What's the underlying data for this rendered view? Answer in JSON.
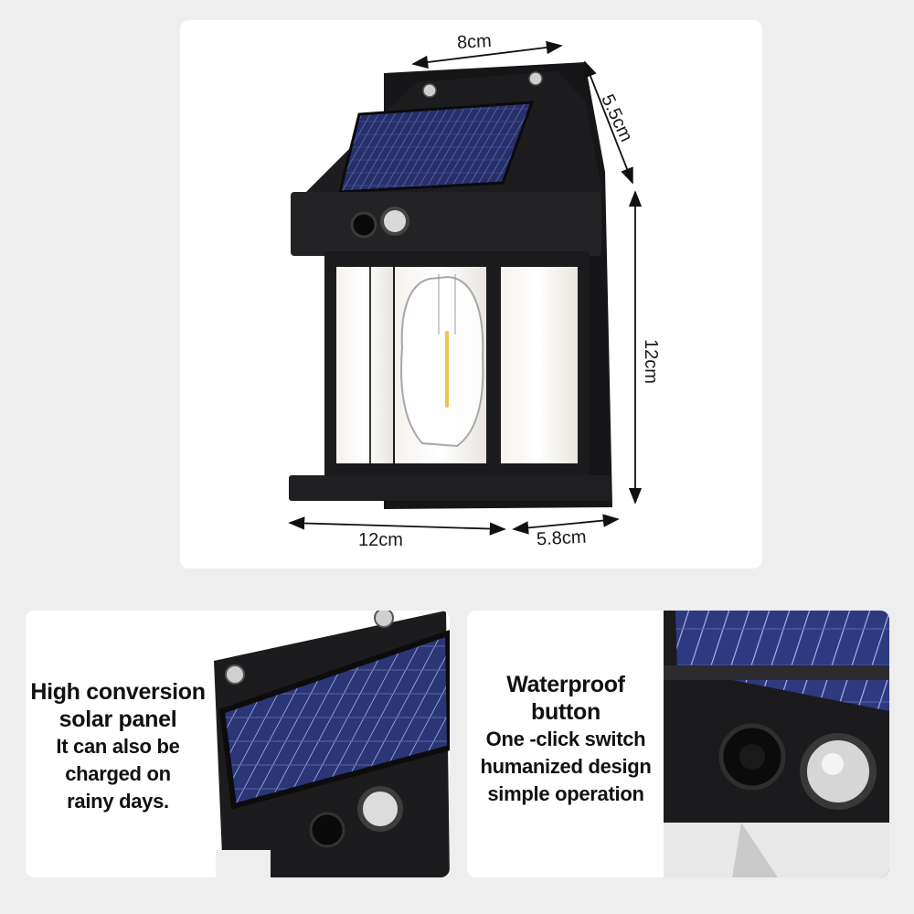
{
  "dimensions": {
    "width_top": "8cm",
    "depth_top": "5.5cm",
    "height": "12cm",
    "width_bottom": "12cm",
    "depth_bottom": "5.8cm"
  },
  "panel_solar": {
    "title_line1": "High conversion",
    "title_line2": "solar panel",
    "desc_line1": "It can also be",
    "desc_line2": "charged on",
    "desc_line3": "rainy days."
  },
  "panel_button": {
    "title_line1": "Waterproof",
    "title_line2": "button",
    "desc_line1": "One -click switch",
    "desc_line2": "humanized design",
    "desc_line3": "simple operation"
  },
  "colors": {
    "background": "#eeeeee",
    "card": "#ffffff",
    "housing": "#1b1b1d",
    "solar_cell": "#2a3468",
    "filament": "#f2c14e"
  }
}
